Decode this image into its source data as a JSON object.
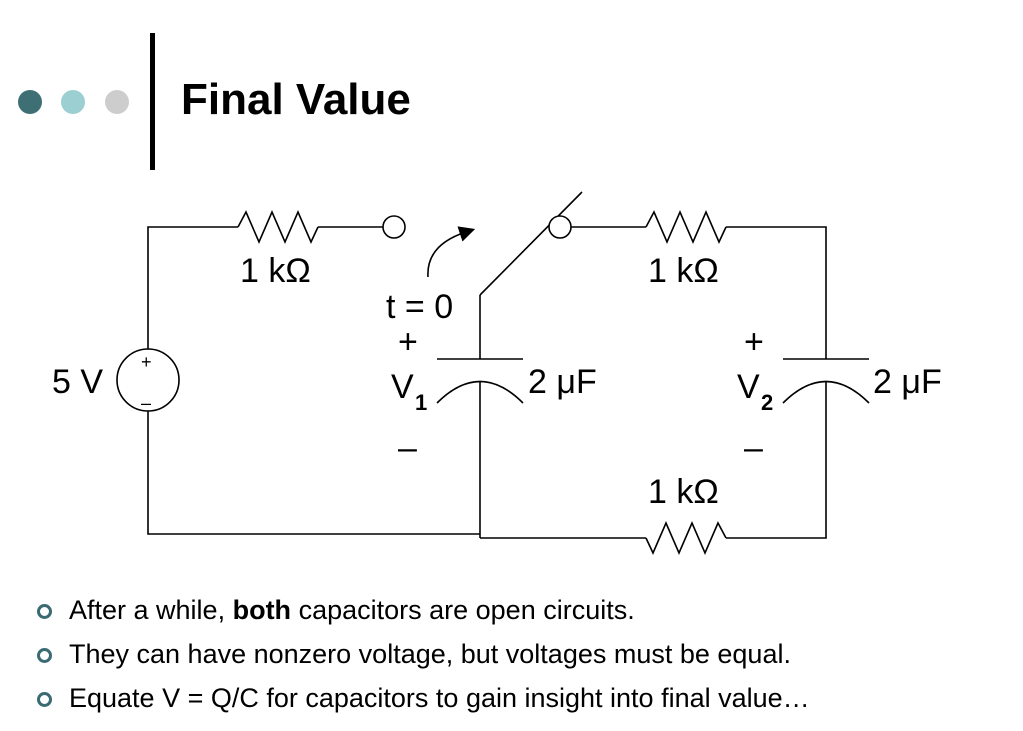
{
  "slide": {
    "title": "Final Value",
    "dot_colors": [
      "#3d6f74",
      "#9bcfd2",
      "#cdcdcd"
    ]
  },
  "circuit": {
    "source_label": "5 V",
    "source_plus": "+",
    "source_minus": "–",
    "r1_label": "1 kΩ",
    "r2_label": "1 kΩ",
    "r3_label": "1 kΩ",
    "switch_label": "t = 0",
    "c1_label": "2 μF",
    "c2_label": "2 μF",
    "v1_plus": "+",
    "v1_main": "V",
    "v1_sub": "1",
    "v1_minus": "–",
    "v2_plus": "+",
    "v2_main": "V",
    "v2_sub": "2",
    "v2_minus": "–"
  },
  "bullets": [
    {
      "pre": "After a while, ",
      "bold": "both",
      "post": " capacitors are open circuits."
    },
    {
      "pre": "They can have nonzero voltage, but voltages must be equal.",
      "bold": "",
      "post": ""
    },
    {
      "pre": "Equate V = Q/C for capacitors to gain insight into final value…",
      "bold": "",
      "post": ""
    }
  ]
}
